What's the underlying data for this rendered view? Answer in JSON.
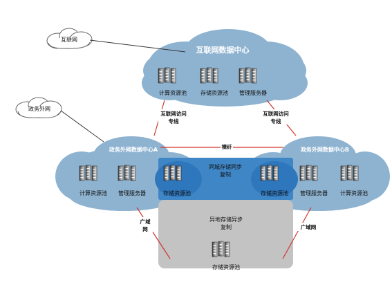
{
  "clouds": {
    "internet": "互联网",
    "gov_extranet": "政务外网"
  },
  "centers": {
    "top": "互联网数据中心",
    "left": "政务外网数据中心A",
    "right": "政务外网数据中心B"
  },
  "nodes": {
    "top_compute": "计算资源池",
    "top_storage": "存储资源池",
    "top_mgmt": "管理服务器",
    "left_compute": "计算资源池",
    "left_mgmt": "管理服务器",
    "left_storage": "存储资源池",
    "right_storage": "存储资源池",
    "right_mgmt": "管理服务器",
    "right_compute": "计算资源池",
    "remote_storage": "存储资源池"
  },
  "links": {
    "left_line1": "互联网访问",
    "left_line2": "专线",
    "right_line1": "互联网访问",
    "right_line2": "专线",
    "fiber": "裸纤",
    "wan_left_1": "广域",
    "wan_left_2": "网",
    "wan_right": "广域网"
  },
  "regions": {
    "sync_1": "同城存储同步",
    "sync_2": "复制",
    "async_1": "异地存储异步",
    "async_2": "复制"
  },
  "colors": {
    "cloud_blue": "#8EB3D1",
    "sync_blue": "#3F86C6",
    "async_gray": "#C3C3C3",
    "link_red": "#D0352F"
  }
}
